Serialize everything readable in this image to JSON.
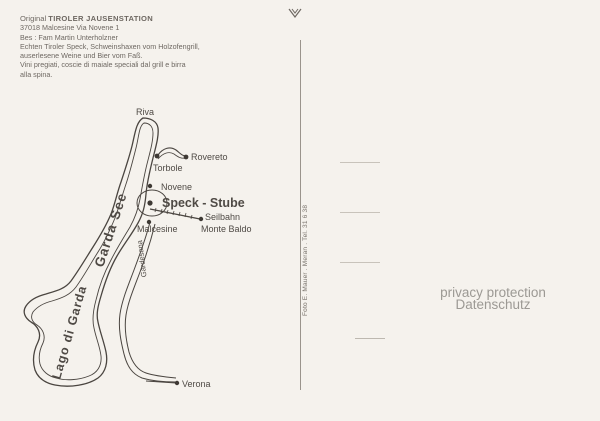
{
  "header": {
    "prefix": "Original",
    "name": "TIROLER JAUSENSTATION",
    "address": "37018 Malcesine Via Novene 1",
    "owner": "Bes : Fam Martin Unterholzner",
    "desc_de_1": "Echten Tiroler Speck, Schweinshaxen vom Holzofengrill,",
    "desc_de_2": "auserlesene Weine und Bier vom Faß.",
    "desc_it_1": "Vini pregiati, coscie di maiale speciali dal grill e birra",
    "desc_it_2": "alla spina."
  },
  "map": {
    "places": {
      "riva": "Riva",
      "rovereto": "Rovereto",
      "torbole": "Torbole",
      "novene": "Novene",
      "speck_stube": "Speck - Stube",
      "seilbahn": "Seilbahn",
      "monte_baldo": "Monte Baldo",
      "malcesine": "Malcesine",
      "gardesana": "Gardesana",
      "verona": "Verona",
      "lake_upper": "Garda See",
      "lake_lower": "Lago di Garda"
    }
  },
  "imprint": "Foto E. Mauer . Meran . Tel. 31 6 38",
  "privacy": {
    "line1": "privacy protection",
    "line2": "Datenschutz"
  }
}
